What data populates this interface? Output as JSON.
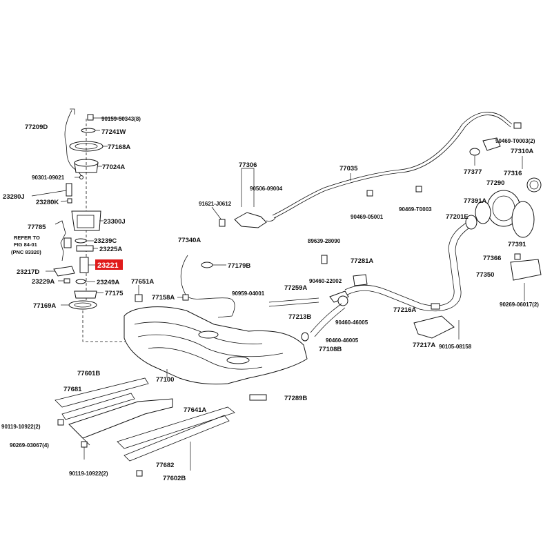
{
  "highlight": {
    "label": "23221",
    "color": "#e01b1b"
  },
  "labels": {
    "l77209D": "77209D",
    "l90159": "90159-50343(8)",
    "l77241W": "77241W",
    "l77168A": "77168A",
    "l77024A": "77024A",
    "l90301": "90301-09021",
    "l23280J": "23280J",
    "l23280K": "23280K",
    "l23300J": "23300J",
    "l77785": "77785",
    "refer1": "REFER TO",
    "refer2": "FIG 84-01",
    "refer3": "(PNC 83320)",
    "l23239C": "23239C",
    "l23225A": "23225A",
    "l23217D": "23217D",
    "l23229A": "23229A",
    "l23249A": "23249A",
    "l77175": "77175",
    "l77169A": "77169A",
    "l77651A": "77651A",
    "l77158A": "77158A",
    "l77340A": "77340A",
    "l77179B": "77179B",
    "l77306": "77306",
    "l90506": "90506-09004",
    "l91621": "91621-J0612",
    "l77035": "77035",
    "l90469_05001": "90469-05001",
    "l90469_T0003": "90469-T0003",
    "l90469_T0003_2": "90469-T0003(2)",
    "l77310A": "77310A",
    "l77377": "77377",
    "l77316": "77316",
    "l77290": "77290",
    "l77391A": "77391A",
    "l77201E": "77201E",
    "l77391": "77391",
    "l77366": "77366",
    "l77350": "77350",
    "l90269_06017": "90269-06017(2)",
    "l89639": "89639-28090",
    "l77281A": "77281A",
    "l90460_22002": "90460-22002",
    "l77259A": "77259A",
    "l90959": "90959-04001",
    "l77213B": "77213B",
    "l90460_46005a": "90460-46005",
    "l90460_46005b": "90460-46005",
    "l77108B": "77108B",
    "l77216A": "77216A",
    "l77217A": "77217A",
    "l90105": "90105-08158",
    "l77100": "77100",
    "l77601B": "77601B",
    "l77681": "77681",
    "l77641A": "77641A",
    "l77289B": "77289B",
    "l90119a": "90119-10922(2)",
    "l90269_03067": "90269-03067(4)",
    "l77682": "77682",
    "l90119b": "90119-10922(2)",
    "l77602B": "77602B"
  }
}
